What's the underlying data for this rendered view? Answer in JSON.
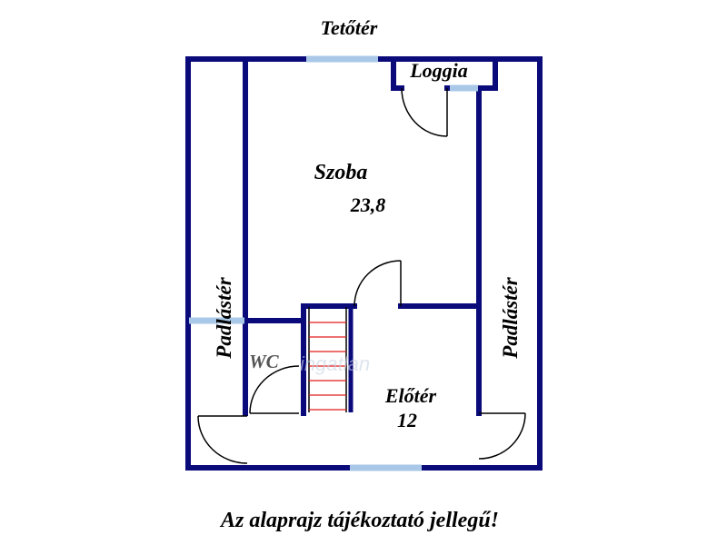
{
  "header": {
    "title": "Tetőtér"
  },
  "rooms": {
    "loggia": {
      "name": "Loggia"
    },
    "szoba": {
      "name": "Szoba",
      "area": "23,8"
    },
    "eloter": {
      "name": "Előtér",
      "area": "12"
    },
    "padlaster_left": {
      "name": "Padlástér"
    },
    "padlaster_right": {
      "name": "Padlástér"
    },
    "wc": {
      "name": "WC"
    }
  },
  "watermark": {
    "text": "ingatlan"
  },
  "footer": {
    "disclaimer": "Az alaprajz tájékoztató jellegű!"
  },
  "colors": {
    "wall": "#0a0a7a",
    "window": "#a9c8e8",
    "stairs": "#e11b1b"
  }
}
